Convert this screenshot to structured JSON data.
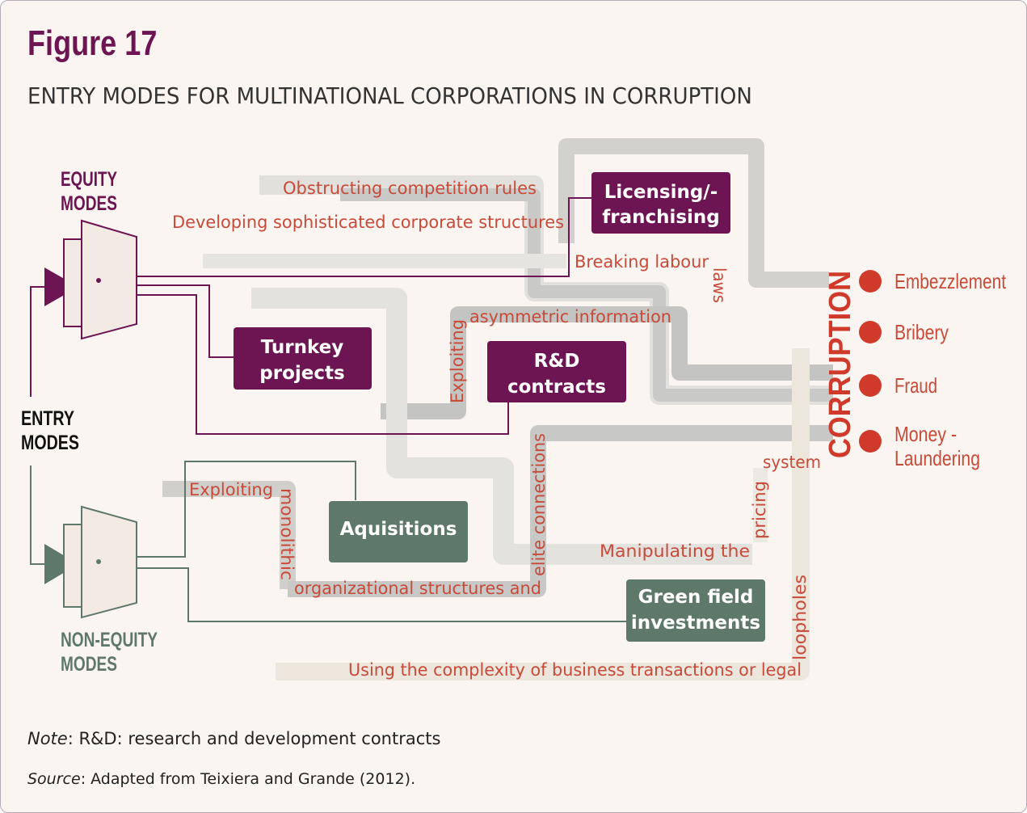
{
  "title": "Figure 17",
  "subtitle": "ENTRY MODES FOR MULTINATIONAL CORPORATIONS IN CORRUPTION",
  "colors": {
    "purple": "#6d1453",
    "green": "#5e786a",
    "red": "#d03a2b",
    "text_red": "#c84a38",
    "band": "#c9c9c7",
    "band_light": "#e8e6e2",
    "background": "#faf5f1"
  },
  "entry_modes_label": [
    "ENTRY",
    "MODES"
  ],
  "equity_modes_label": [
    "EQUITY",
    "MODES"
  ],
  "non_equity_modes_label": [
    "NON-EQUITY",
    "MODES"
  ],
  "boxes": {
    "licensing": [
      "Licensing/-",
      "franchising"
    ],
    "turnkey": [
      "Turnkey",
      "projects"
    ],
    "rnd": [
      "R&D",
      "contracts"
    ],
    "aquisitions": [
      "Aquisitions"
    ],
    "greenfield": [
      "Green field",
      "investments"
    ]
  },
  "path_labels": {
    "obstructing": "Obstructing competition rules",
    "developing": "Developing sophisticated corporate structures",
    "breaking": "Breaking labour",
    "laws": "laws",
    "exploiting_v": "Exploiting",
    "asymmetric": "asymmetric information",
    "exploiting2": "Exploiting",
    "monolithic": "monolithic",
    "organizational": "organizational structures and",
    "elite": "elite connections",
    "manipulating": "Manipulating  the",
    "pricing": "pricing",
    "system": "system",
    "using": "Using the complexity of business transactions or legal",
    "loopholes": "loopholes"
  },
  "corruption_label": "CORRUPTION",
  "outcomes": [
    "Embezzlement",
    "Bribery",
    "Fraud",
    [
      "Money -",
      "Laundering"
    ]
  ],
  "note": {
    "label": "Note",
    "text": ": R&D: research and development contracts"
  },
  "source": {
    "label": "Source",
    "text": ": Adapted from Teixiera and Grande (2012)."
  }
}
